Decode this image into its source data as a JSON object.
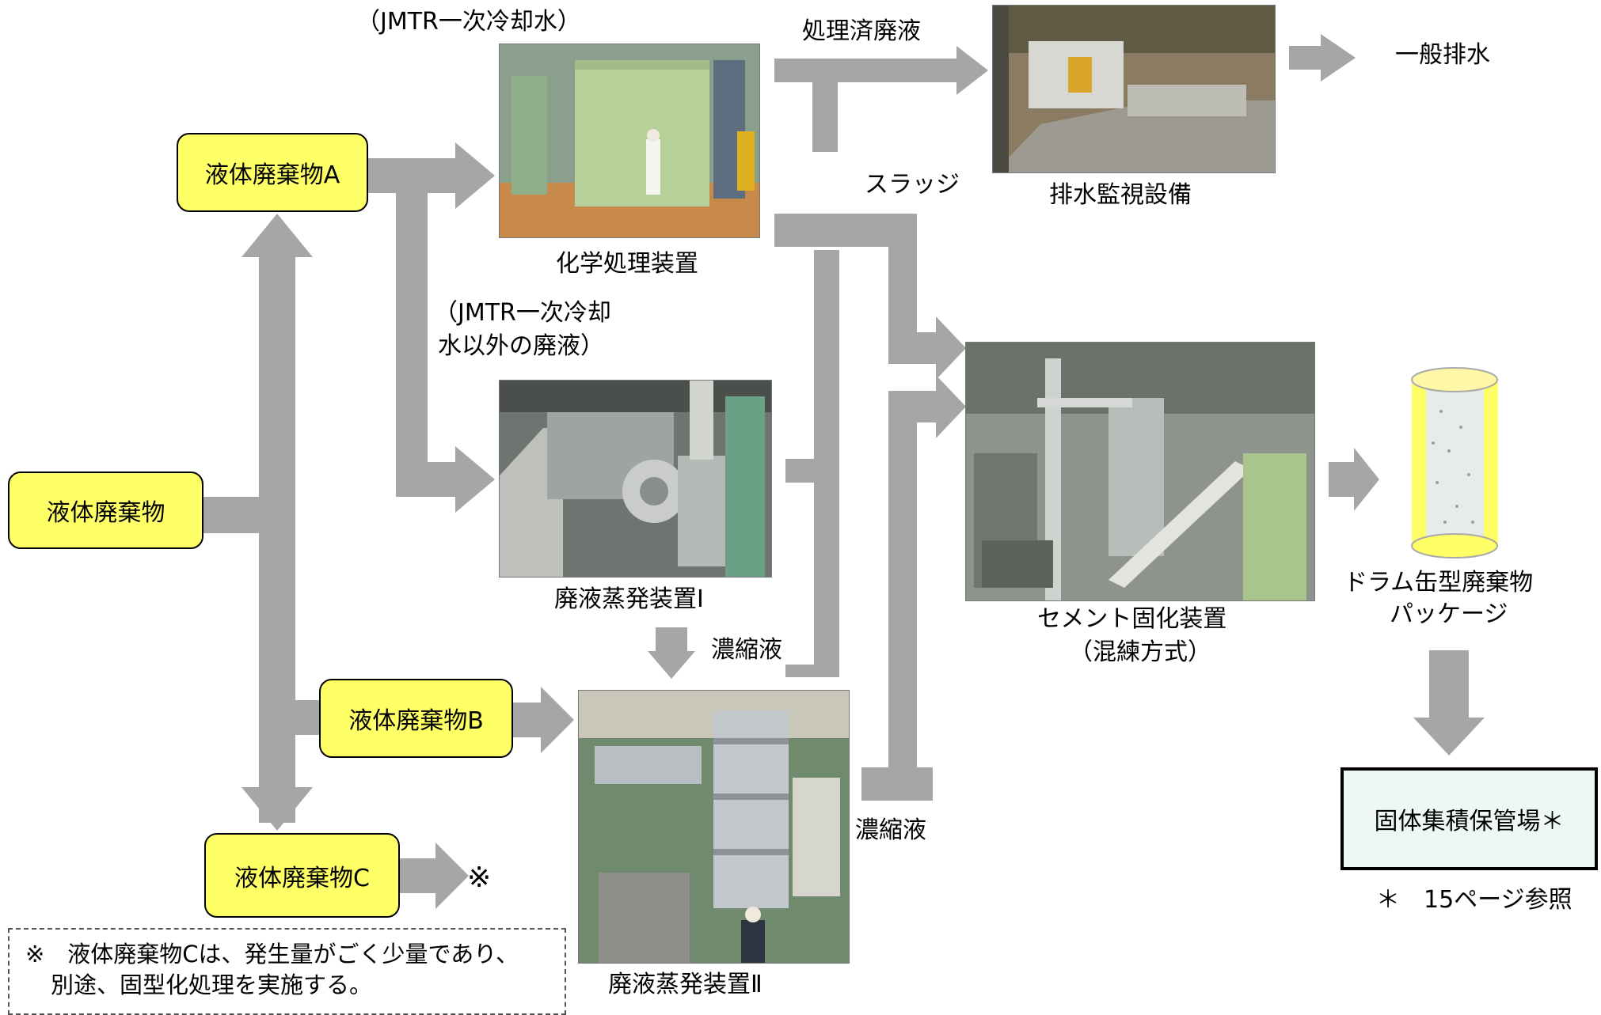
{
  "nodes": {
    "liquid_waste": "液体廃棄物",
    "liquid_waste_a": "液体廃棄物A",
    "liquid_waste_b": "液体廃棄物B",
    "liquid_waste_c": "液体廃棄物C",
    "c_mark": "※"
  },
  "labels": {
    "jmtr_primary": "（JMTR一次冷却水）",
    "treated_liquid": "処理済廃液",
    "general_discharge": "一般排水",
    "drain_monitor": "排水監視設備",
    "sludge": "スラッジ",
    "chemical_treatment": "化学処理装置",
    "non_jmtr_line1": "（JMTR一次冷却",
    "non_jmtr_line2": "水以外の廃液）",
    "evaporator_1": "廃液蒸発装置Ⅰ",
    "concentrate_1": "濃縮液",
    "concentrate_2": "濃縮液",
    "evaporator_2": "廃液蒸発装置Ⅱ",
    "cement_line1": "セメント固化装置",
    "cement_line2": "（混練方式）",
    "drum_line1": "ドラム缶型廃棄物",
    "drum_line2": "パッケージ",
    "storage": "固体集積保管場＊",
    "page_ref": "＊　15ページ参照"
  },
  "note": {
    "line1": "※　液体廃棄物Cは、発生量がごく少量であり、",
    "line2": "別途、固型化処理を実施する。"
  },
  "colors": {
    "node_fill": "#ffff66",
    "arrow": "#a6a6a6",
    "storage_fill": "#ecf7f6"
  }
}
